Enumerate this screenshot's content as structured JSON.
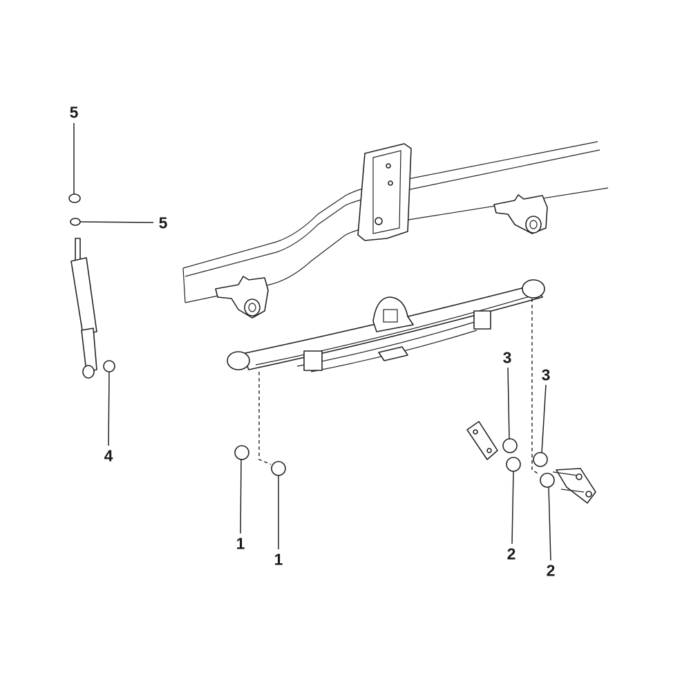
{
  "diagram": {
    "title": "Rear leaf spring suspension exploded view",
    "callouts": {
      "nut_top": "5",
      "nut_washer": "5",
      "shock_bushing": "4",
      "front_bushing_a": "1",
      "front_bushing_b": "1",
      "rear_bushing_a": "2",
      "rear_bushing_b": "2",
      "shackle_bushing_a": "3",
      "shackle_bushing_b": "3"
    }
  }
}
